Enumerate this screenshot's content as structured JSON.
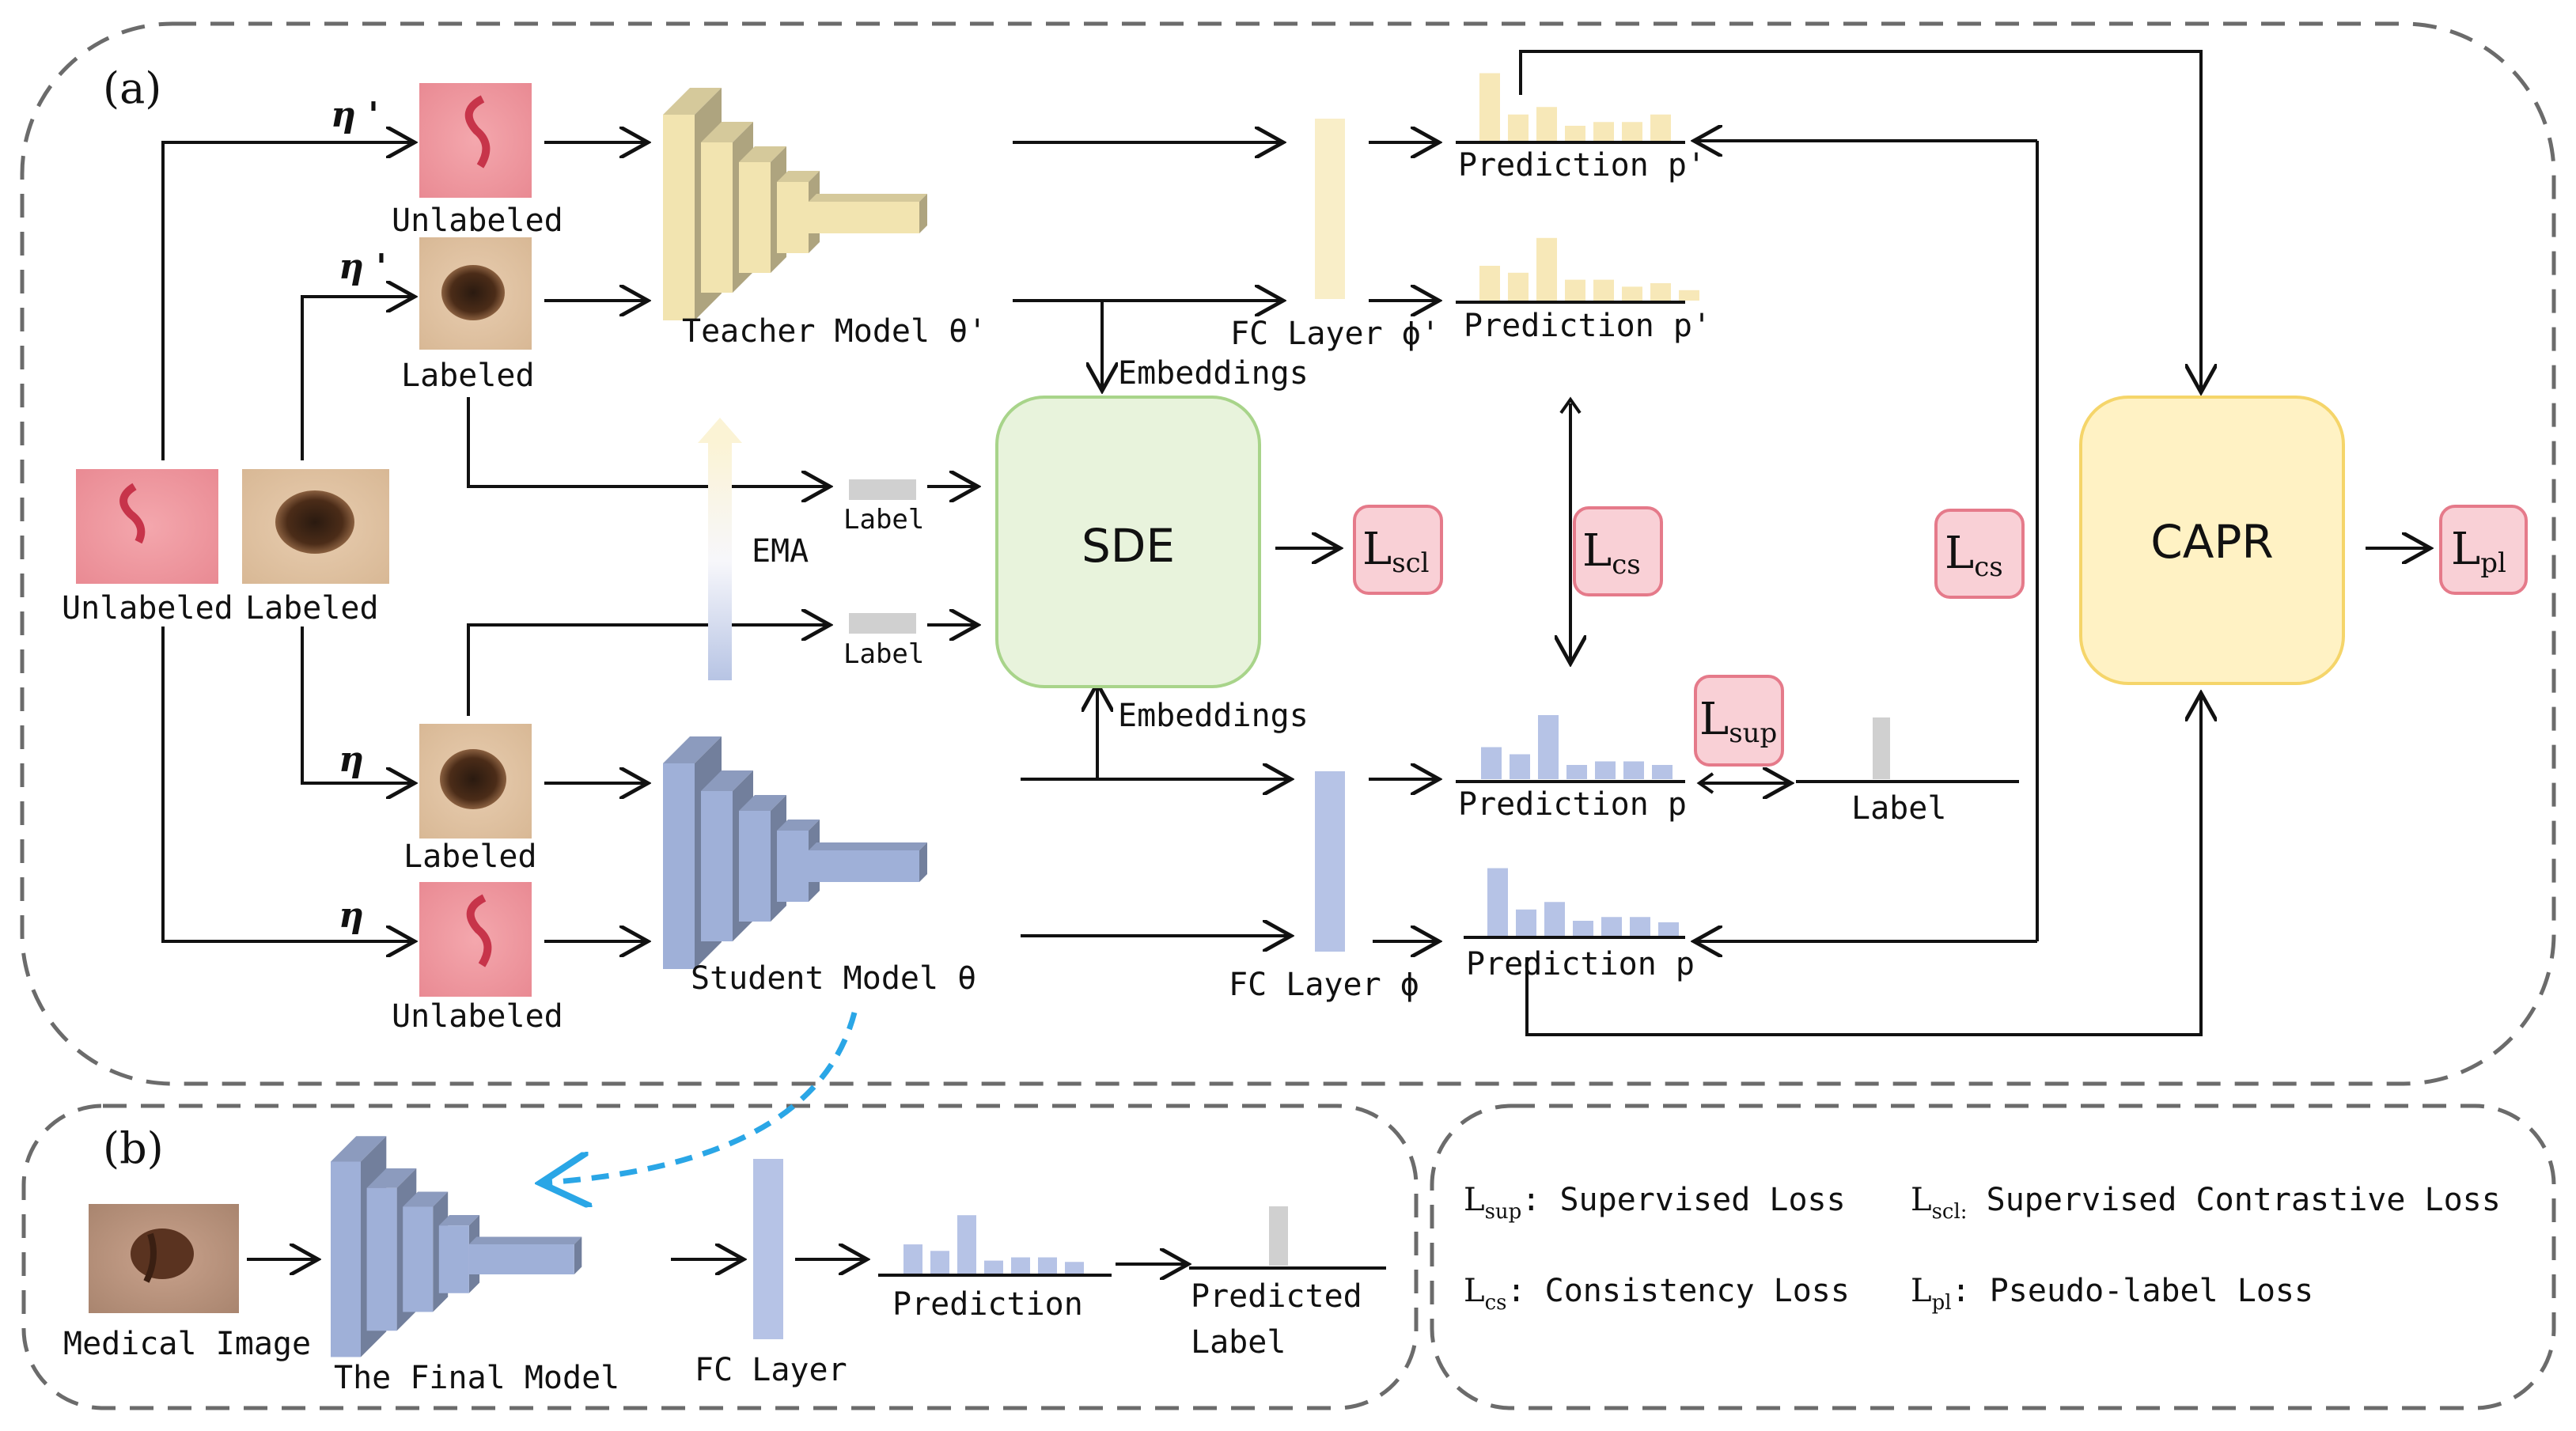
{
  "panel_a": {
    "tag": "(a)",
    "inputs": {
      "unlabeled": "Unlabeled",
      "labeled": "Labeled"
    },
    "aug": {
      "teacher": "η '",
      "student": "η"
    },
    "teacher_branch": {
      "unlabeled": "Unlabeled",
      "labeled": "Labeled",
      "model": "Teacher Model θ'"
    },
    "student_branch": {
      "labeled": "Labeled",
      "unlabeled": "Unlabeled",
      "model": "Student Model θ"
    },
    "ema": "EMA",
    "label_small_1": "Label",
    "label_small_2": "Label",
    "embeddings_top": "Embeddings",
    "embeddings_bottom": "Embeddings",
    "sde": "SDE",
    "capr": "CAPR",
    "fc_teacher": "FC Layer ϕ'",
    "fc_student": "FC Layer ϕ",
    "pred_teacher_1": "Prediction p'",
    "pred_teacher_2": "Prediction p'",
    "pred_student_1": "Prediction p",
    "pred_student_2": "Prediction p",
    "gt_label": "Label",
    "losses": {
      "scl": {
        "main": "L",
        "sub": "scl"
      },
      "cs_left": {
        "main": "L",
        "sub": "cs"
      },
      "cs_right": {
        "main": "L",
        "sub": "cs"
      },
      "sup": {
        "main": "L",
        "sub": "sup"
      },
      "pl": {
        "main": "L",
        "sub": "pl"
      }
    }
  },
  "panel_b": {
    "tag": "(b)",
    "input": "Medical Image",
    "model": "The Final Model",
    "fc": "FC Layer",
    "pred": "Prediction",
    "predicted_label_1": "Predicted",
    "predicted_label_2": "Label"
  },
  "legend": {
    "sup": {
      "main": "L",
      "sub": "sup",
      "text": ": Supervised Loss"
    },
    "scl": {
      "main": "L",
      "sub": "scl:",
      "text": " Supervised Contrastive Loss"
    },
    "cs": {
      "main": "L",
      "sub": "cs",
      "text": ": Consistency Loss"
    },
    "pl": {
      "main": "L",
      "sub": "pl",
      "text": ": Pseudo-label Loss"
    }
  },
  "colors": {
    "teacher": "#f2e4b0",
    "student": "#9fb0d8",
    "sde_fill": "#e8f3dc",
    "sde_stroke": "#a8d48a",
    "capr_fill": "#fff2c4",
    "capr_stroke": "#f5d56a",
    "loss_fill": "#f9d0d6",
    "loss_stroke": "#e57a8a",
    "dashed_arrow": "#2aa6e6"
  },
  "charts": {
    "teacher_unlabeled": [
      0.9,
      0.35,
      0.45,
      0.2,
      0.25,
      0.25,
      0.35
    ],
    "teacher_labeled": [
      0.5,
      0.4,
      0.9,
      0.3,
      0.3,
      0.2,
      0.25,
      0.15
    ],
    "student_labeled": [
      0.45,
      0.35,
      0.9,
      0.2,
      0.25,
      0.25,
      0.2
    ],
    "student_unlabeled": [
      0.9,
      0.35,
      0.45,
      0.2,
      0.25,
      0.25,
      0.18
    ],
    "gt_label": [
      1.0
    ],
    "final_pred": [
      0.45,
      0.35,
      0.9,
      0.2,
      0.25,
      0.25,
      0.18
    ],
    "final_label": [
      1.0
    ]
  }
}
